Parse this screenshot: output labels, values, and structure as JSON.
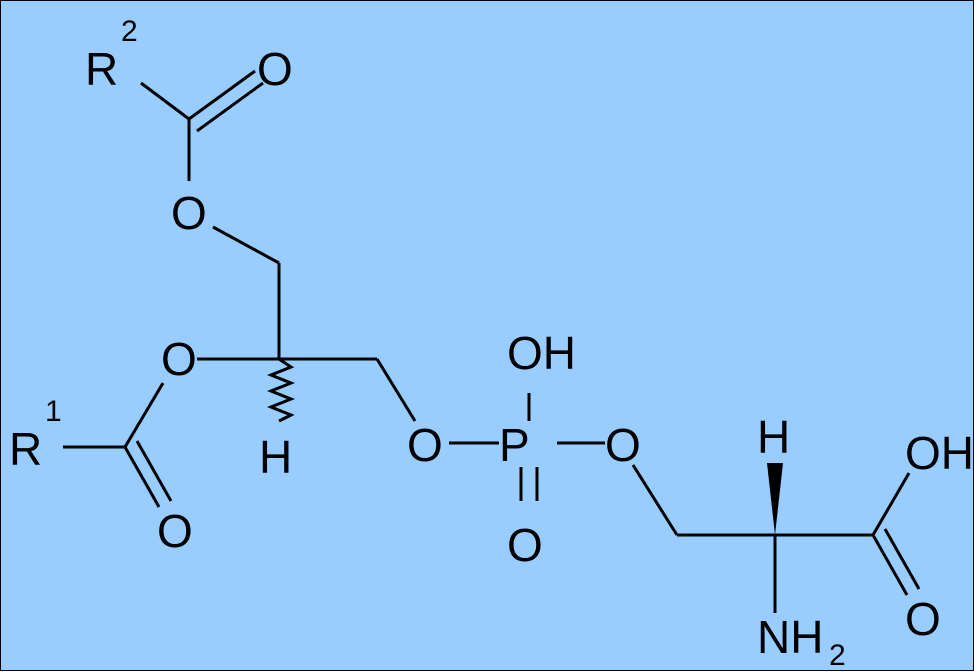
{
  "colors": {
    "background": "#99ccff",
    "ink": "#000000",
    "frame": "#000000"
  },
  "labels": {
    "r2": "R",
    "r2_sup": "2",
    "o_carbonyl_top": "O",
    "o_ester_top": "O",
    "r1": "R",
    "r1_sup": "1",
    "o_ester_mid": "O",
    "o_carbonyl_left": "O",
    "h_chiral_glycerol": "H",
    "o_phosphate_left": "O",
    "p_atom": "P",
    "oh_phosphate": "OH",
    "o_phosphate_right": "O",
    "o_phosphate_double": "O",
    "h_chiral_serine": "H",
    "oh_acid": "OH",
    "o_acid_double": "O",
    "nh2": "NH",
    "nh2_sub": "2"
  }
}
